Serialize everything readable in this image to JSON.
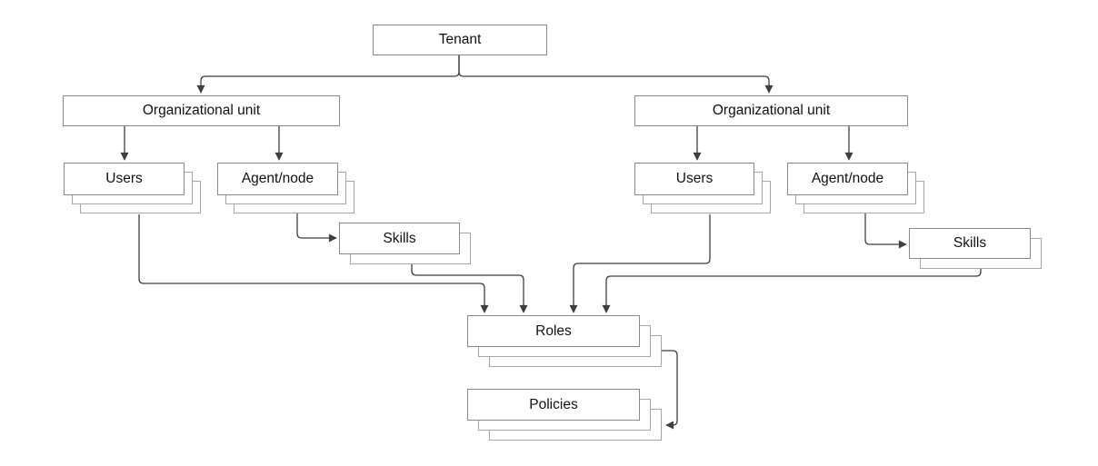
{
  "diagram": {
    "nodes": {
      "tenant": {
        "label": "Tenant",
        "stacked": false
      },
      "ou_left": {
        "label": "Organizational unit",
        "stacked": false
      },
      "users_left": {
        "label": "Users",
        "stacked": true
      },
      "agent_left": {
        "label": "Agent/node",
        "stacked": true
      },
      "skills_left": {
        "label": "Skills",
        "stacked": true
      },
      "ou_right": {
        "label": "Organizational unit",
        "stacked": false
      },
      "users_right": {
        "label": "Users",
        "stacked": true
      },
      "agent_right": {
        "label": "Agent/node",
        "stacked": true
      },
      "skills_right": {
        "label": "Skills",
        "stacked": true
      },
      "roles": {
        "label": "Roles",
        "stacked": true
      },
      "policies": {
        "label": "Policies",
        "stacked": true
      }
    },
    "edges": [
      {
        "from": "tenant",
        "to": "ou_left"
      },
      {
        "from": "tenant",
        "to": "ou_right"
      },
      {
        "from": "ou_left",
        "to": "users_left"
      },
      {
        "from": "ou_left",
        "to": "agent_left"
      },
      {
        "from": "agent_left",
        "to": "skills_left"
      },
      {
        "from": "ou_right",
        "to": "users_right"
      },
      {
        "from": "ou_right",
        "to": "agent_right"
      },
      {
        "from": "agent_right",
        "to": "skills_right"
      },
      {
        "from": "users_left",
        "to": "roles"
      },
      {
        "from": "skills_left",
        "to": "roles"
      },
      {
        "from": "users_right",
        "to": "roles"
      },
      {
        "from": "skills_right",
        "to": "roles"
      },
      {
        "from": "roles",
        "to": "policies"
      }
    ],
    "colors": {
      "background": "#ffffff",
      "box_fill": "#ffffff",
      "box_border": "#8a8a8a",
      "stack_shadow_border": "#a6a6a6",
      "connector": "#3f3f3f",
      "text": "#111111"
    }
  }
}
